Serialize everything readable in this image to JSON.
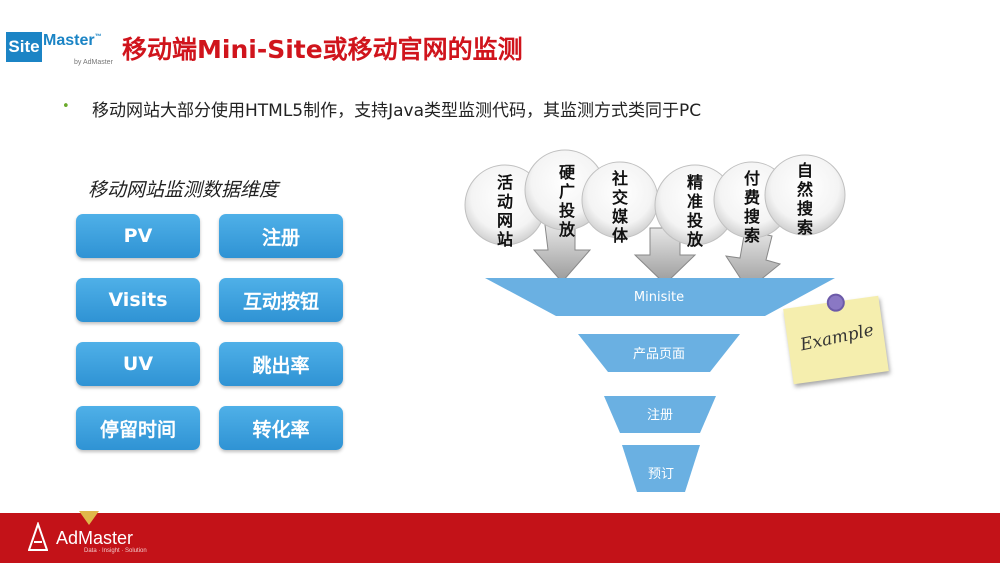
{
  "logo": {
    "box_text": "Site",
    "rest_text": "Master",
    "tm": "™",
    "sub": "by AdMaster"
  },
  "title": "移动端Mini-Site或移动官网的监测",
  "bullet": {
    "dot": "•",
    "text": "移动网站大部分使用HTML5制作，支持Java类型监测代码，其监测方式类同于PC"
  },
  "dimensions": {
    "heading": "移动网站监测数据维度",
    "items": [
      "PV",
      "注册",
      "Visits",
      "互动按钮",
      "UV",
      "跳出率",
      "停留时间",
      "转化率"
    ]
  },
  "sources": [
    "活动网站",
    "硬广投放",
    "社交媒体",
    "精准投放",
    "付费搜索",
    "自然搜索"
  ],
  "funnel": [
    "Minisite",
    "产品页面",
    "注册",
    "预订"
  ],
  "note": "Example",
  "footer": {
    "name": "AdMaster",
    "tagline": "Data · Insight · Solution"
  },
  "colors": {
    "accent": "#d0141c",
    "button": "#3a9ede",
    "funnel": "#6ab0e2",
    "footer": "#c31218",
    "note": "#f5eeae"
  }
}
